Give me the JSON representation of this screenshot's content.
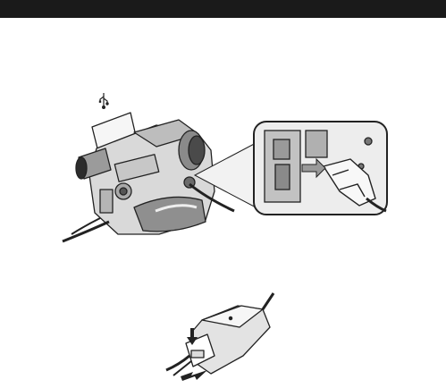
{
  "page": {
    "header_bar_color": "#1a1a1a",
    "usb_symbol_icon": "usb-icon",
    "usb_symbol_glyph": "⭍"
  },
  "illustrations": {
    "camcorder": {
      "icon": "camcorder-with-usb-cable-illustration"
    },
    "zoom_inset": {
      "icon": "usb-jack-closeup-illustration"
    },
    "adapter": {
      "icon": "usb-plug-disconnect-illustration"
    }
  }
}
